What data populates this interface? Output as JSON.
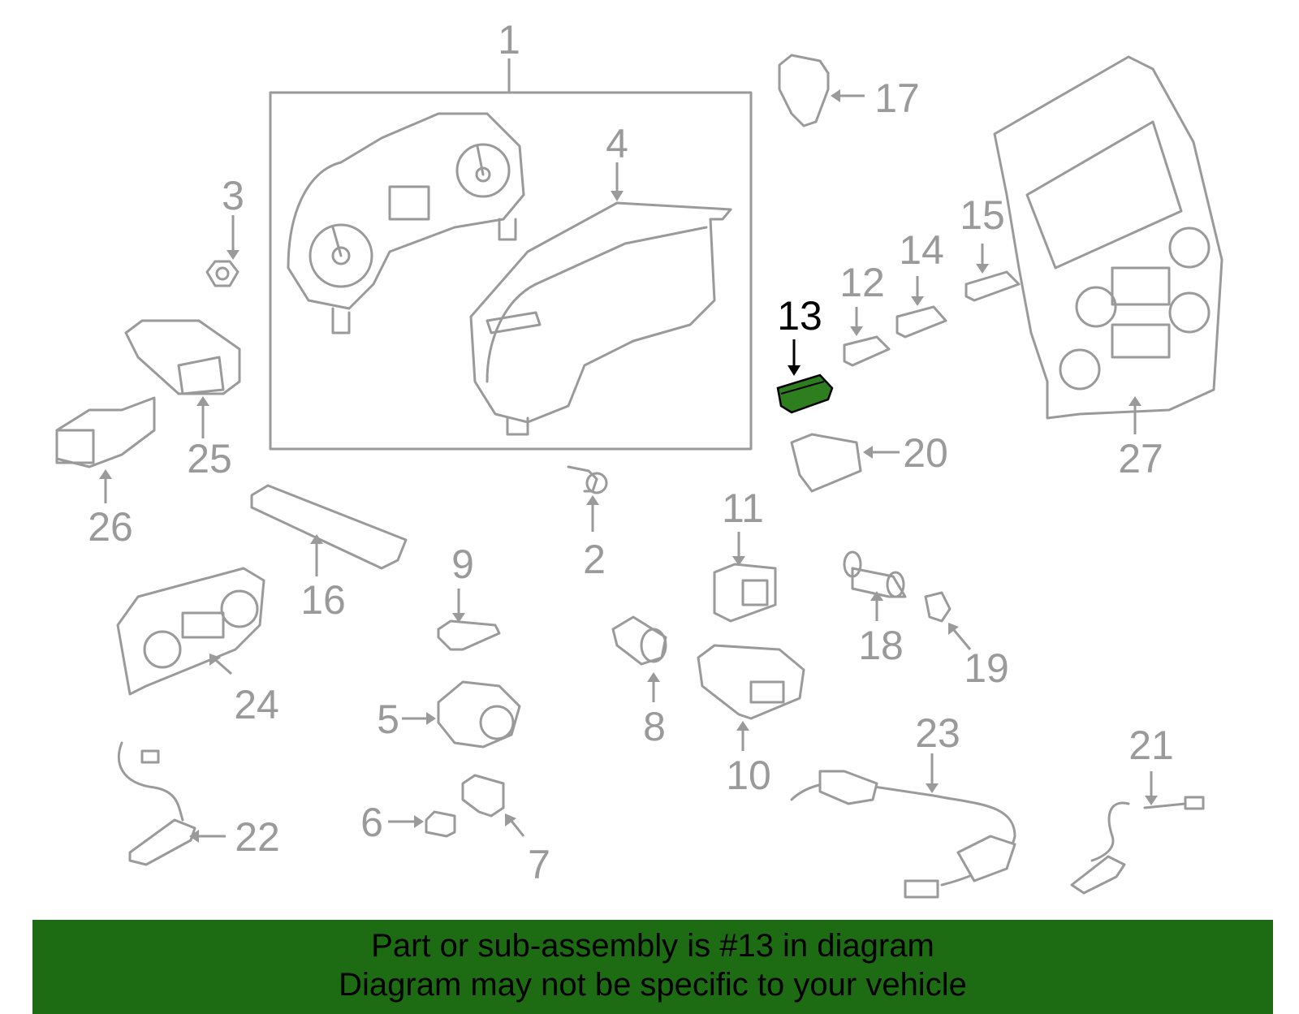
{
  "callouts": {
    "n1": "1",
    "n2": "2",
    "n3": "3",
    "n4": "4",
    "n5": "5",
    "n6": "6",
    "n7": "7",
    "n8": "8",
    "n9": "9",
    "n10": "10",
    "n11": "11",
    "n12": "12",
    "n13": "13",
    "n14": "14",
    "n15": "15",
    "n16": "16",
    "n17": "17",
    "n18": "18",
    "n19": "19",
    "n20": "20",
    "n21": "21",
    "n22": "22",
    "n23": "23",
    "n24": "24",
    "n25": "25",
    "n26": "26",
    "n27": "27"
  },
  "highlight": {
    "part": "13",
    "color": "#2e7d1f"
  },
  "banner": {
    "line1": "Part or sub-assembly is #13 in diagram",
    "line2": "Diagram may not be specific to your vehicle",
    "color": "#1d6b12"
  }
}
